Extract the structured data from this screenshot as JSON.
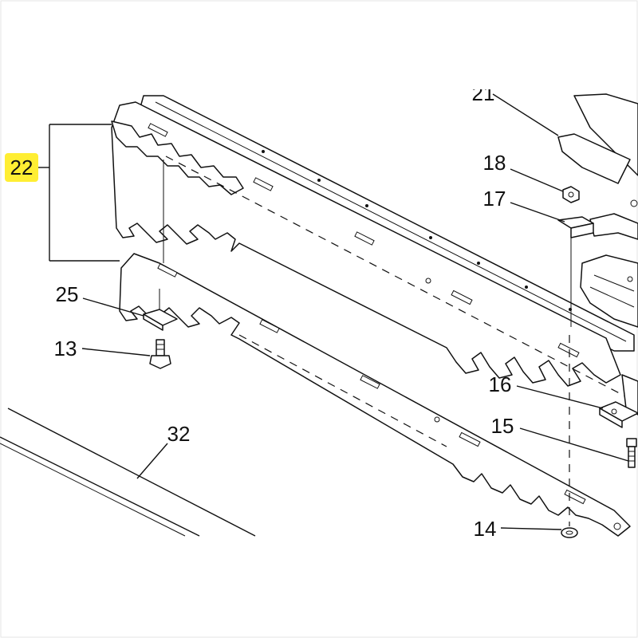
{
  "diagram": {
    "highlight_color": "#ffee33",
    "callouts": [
      {
        "id": "22",
        "text": "22",
        "highlighted": true
      },
      {
        "id": "25",
        "text": "25"
      },
      {
        "id": "13",
        "text": "13"
      },
      {
        "id": "32",
        "text": "32"
      },
      {
        "id": "18",
        "text": "18"
      },
      {
        "id": "17",
        "text": "17"
      },
      {
        "id": "16",
        "text": "16"
      },
      {
        "id": "15",
        "text": "15"
      },
      {
        "id": "14",
        "text": "14"
      },
      {
        "id": "21",
        "text": "21"
      }
    ]
  }
}
